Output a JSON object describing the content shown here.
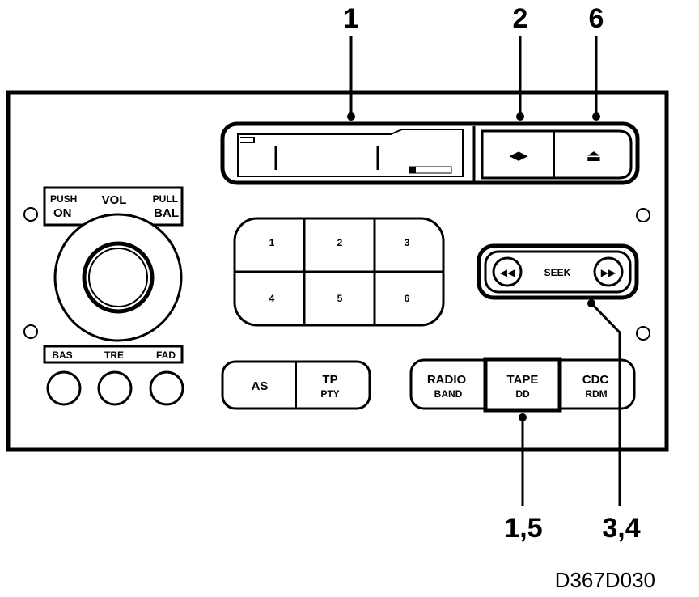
{
  "callouts": {
    "c1": "1",
    "c2": "2",
    "c6": "6",
    "c15": "1,5",
    "c34": "3,4"
  },
  "knob_panel": {
    "push": "PUSH",
    "on": "ON",
    "vol": "VOL",
    "pull": "PULL",
    "bal": "BAL"
  },
  "tone": {
    "bas": "BAS",
    "tre": "TRE",
    "fad": "FAD"
  },
  "presets": [
    "1",
    "2",
    "3",
    "4",
    "5",
    "6"
  ],
  "seek": {
    "label": "SEEK",
    "rewind_glyph": "◀◀",
    "forward_glyph": "▶▶"
  },
  "tape_controls": {
    "reverse_glyph": "◀▶",
    "eject_glyph": "⏏"
  },
  "buttons": {
    "as": "AS",
    "tp": "TP",
    "pty": "PTY",
    "radio": "RADIO",
    "band": "BAND",
    "tape": "TAPE",
    "tape_sub": "DD",
    "cdc": "CDC",
    "rdm": "RDM"
  },
  "diagram_code": "D367D030"
}
